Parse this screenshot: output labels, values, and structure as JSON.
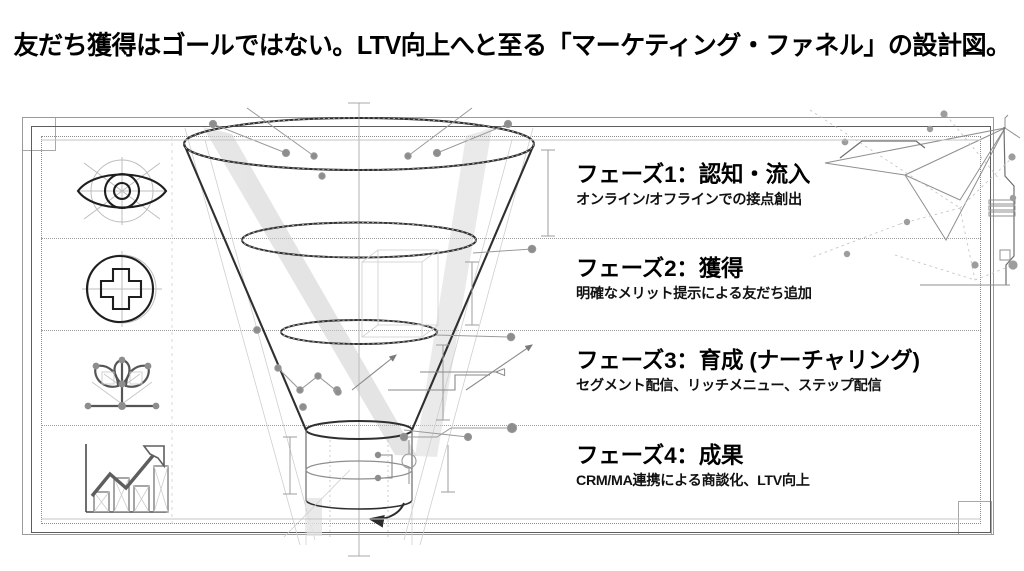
{
  "title": "友だち獲得はゴールではない。LTV向上へと至る「マーケティング・ファネル」の設計図。",
  "diagram": {
    "kind": "marketing-funnel-blueprint",
    "style": "technical blueprint / wireframe line art",
    "background_color": "#ffffff",
    "line_color": "#6f6f6f",
    "accent_color": "#2b2b2b",
    "funnel_shape": "inverted cone with four stacked ellipse rings and a cylindrical neck at the bottom"
  },
  "phases": [
    {
      "id": "phase-1",
      "heading": "フェーズ1：認知・流入",
      "subtext": "オンライン/オフラインでの接点創出",
      "icon": "eye-icon"
    },
    {
      "id": "phase-2",
      "heading": "フェーズ2：獲得",
      "subtext": "明確なメリット提示による友だち追加",
      "icon": "plus-circle-icon"
    },
    {
      "id": "phase-3",
      "heading": "フェーズ3：育成 (ナーチャリング)",
      "subtext": "セグメント配信、リッチメニュー、ステップ配信",
      "icon": "sprout-icon"
    },
    {
      "id": "phase-4",
      "heading": "フェーズ4：成果",
      "subtext": "CRM/MA連携による商談化、LTV向上",
      "icon": "growth-chart-icon"
    }
  ]
}
